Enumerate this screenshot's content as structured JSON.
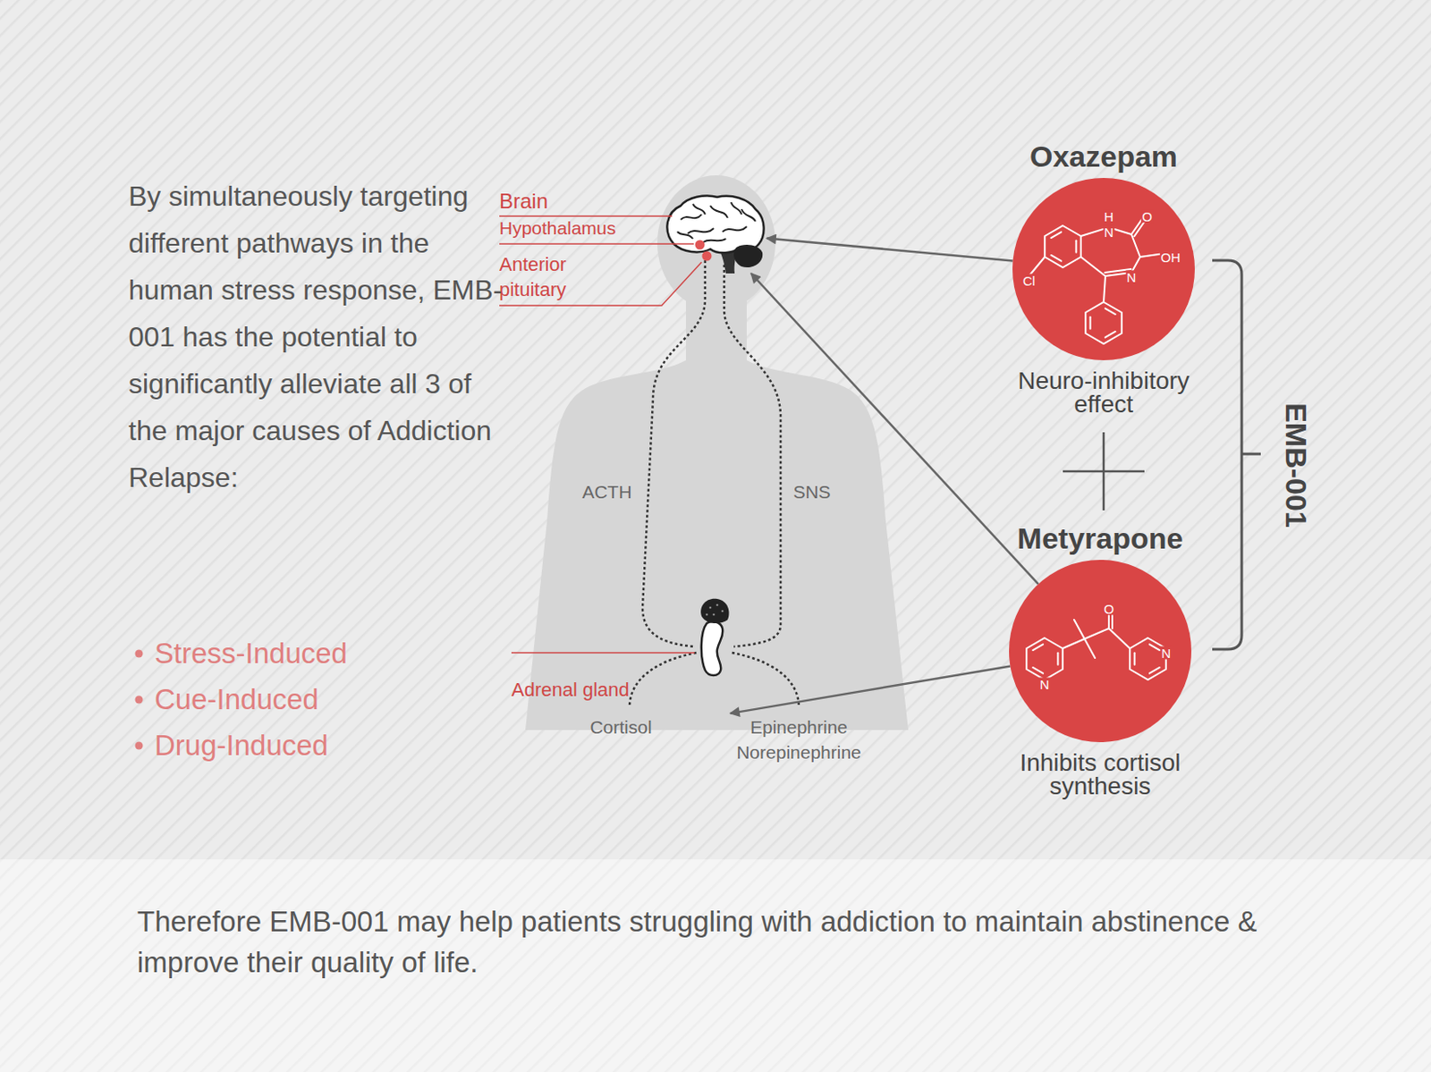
{
  "diagram": {
    "caption": "Therefore EMB-001 may help patients struggling with addiction to maintain abstinence & improve their quality of life.",
    "nodes": [
      {
        "text": [
          "Brain"
        ]
      },
      {
        "text": [
          "Adrenal gland"
        ]
      },
      {
        "text": [
          "Oxazepam",
          "Neuro-inhibitory effect"
        ]
      },
      {
        "text": [
          "Metyrapone",
          "Inhibits cortisol synthesis"
        ]
      }
    ],
    "edges": [
      {
        "from": 2,
        "to": 0,
        "arrow": "to"
      },
      {
        "from": 3,
        "to": 0,
        "arrow": "to"
      },
      {
        "from": 3,
        "to": 1,
        "arrow": "to"
      }
    ],
    "labels": [
      "By simultaneously targeting different pathways in the human stress response, EMB-001 has the potential to significantly alleviate all 3 of the major causes of Addiction Relapse:",
      "Stress-Induced",
      "Cue-Induced",
      "Drug-Induced",
      "Hypothalamus",
      "Anterior pituitary",
      "ACTH",
      "SNS",
      "Cortisol",
      "Epinephrine",
      "Norepinephrine",
      "EMB-001",
      "H",
      "N",
      "O",
      "OH",
      "Cl",
      "N",
      "O",
      "N",
      "N"
    ]
  }
}
